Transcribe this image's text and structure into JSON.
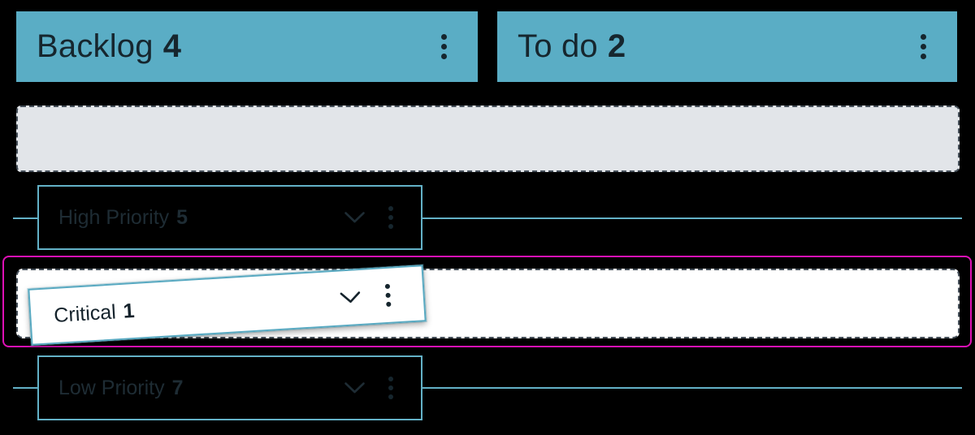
{
  "board": {
    "columns": [
      {
        "name": "Backlog",
        "count": "4"
      },
      {
        "name": "To do",
        "count": "2"
      }
    ],
    "swimlanes": {
      "high": {
        "name": "High Priority",
        "count": "5"
      },
      "low": {
        "name": "Low Priority",
        "count": "7"
      }
    },
    "dragged_card": {
      "name": "Critical",
      "count": "1"
    }
  },
  "colors": {
    "column_header_bg": "#5aadc5",
    "accent_teal": "#58a9c1",
    "lane_line_teal": "#63b1c7",
    "drop_highlight_magenta": "#de10b6",
    "placeholder_gray": "#e2e5e9",
    "dash_dark": "#454f59",
    "text_dark": "#16262e"
  },
  "icons": {
    "menu": "kebab-menu-icon",
    "collapse": "chevron-down-icon"
  }
}
